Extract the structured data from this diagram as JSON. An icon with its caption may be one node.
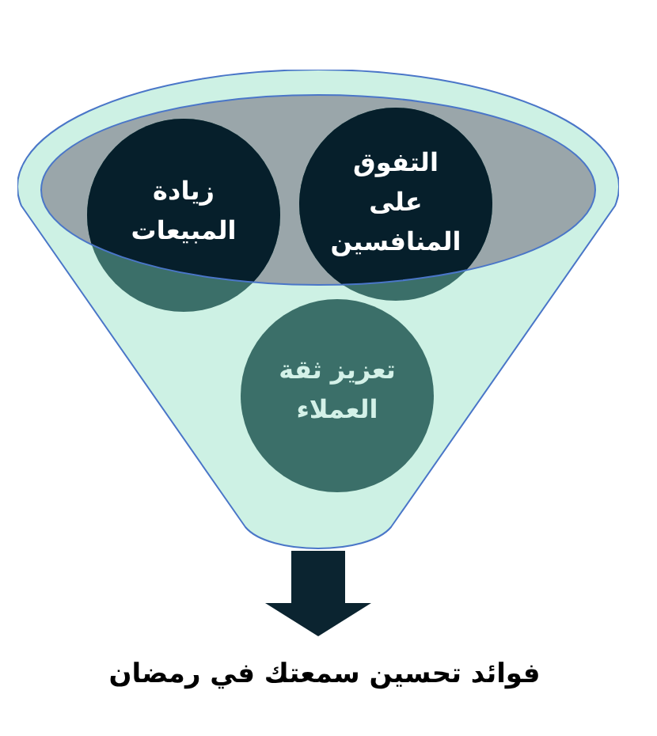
{
  "diagram": {
    "nodes": [
      {
        "text": [],
        "shape": "funnel"
      },
      {
        "text": [
          "التفوق على المنافسين"
        ],
        "in": 0
      },
      {
        "text": [
          "زيادة المبيعات"
        ],
        "in": 0
      },
      {
        "text": [
          "تعزيز ثقة العملاء"
        ],
        "in": 0
      },
      {
        "text": [
          "فوائد تحسين سمعتك في رمضان"
        ]
      }
    ],
    "edges": [
      {
        "from": 0,
        "to": 4,
        "arrow": "to"
      }
    ]
  }
}
